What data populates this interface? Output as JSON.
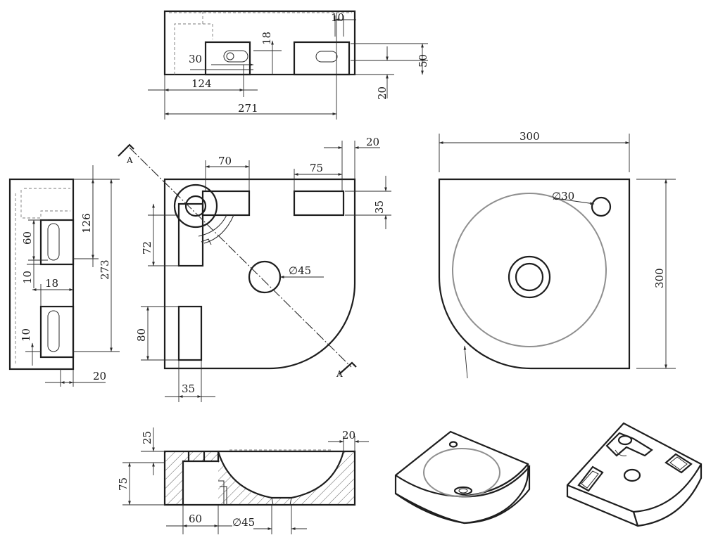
{
  "dimensions": {
    "top_view": {
      "d10": "10",
      "d18": "18",
      "d30": "30",
      "d50": "50",
      "d20": "20",
      "d124": "124",
      "d271": "271"
    },
    "left_view": {
      "d126": "126",
      "d273": "273",
      "d60": "60",
      "d10a": "10",
      "d18": "18",
      "d10b": "10",
      "d20": "20"
    },
    "plan_view": {
      "d70": "70",
      "d75": "75",
      "d20": "20",
      "d35v": "35",
      "d72": "72",
      "d80": "80",
      "d35h": "35",
      "phi45": "∅45",
      "section_a1": "A",
      "section_a2": "A"
    },
    "front_view": {
      "d300h": "300",
      "d300v": "300",
      "phi30": "∅30"
    },
    "section_view": {
      "d25": "25",
      "d20": "20",
      "d75": "75",
      "d60": "60",
      "phi45": "∅45"
    }
  }
}
